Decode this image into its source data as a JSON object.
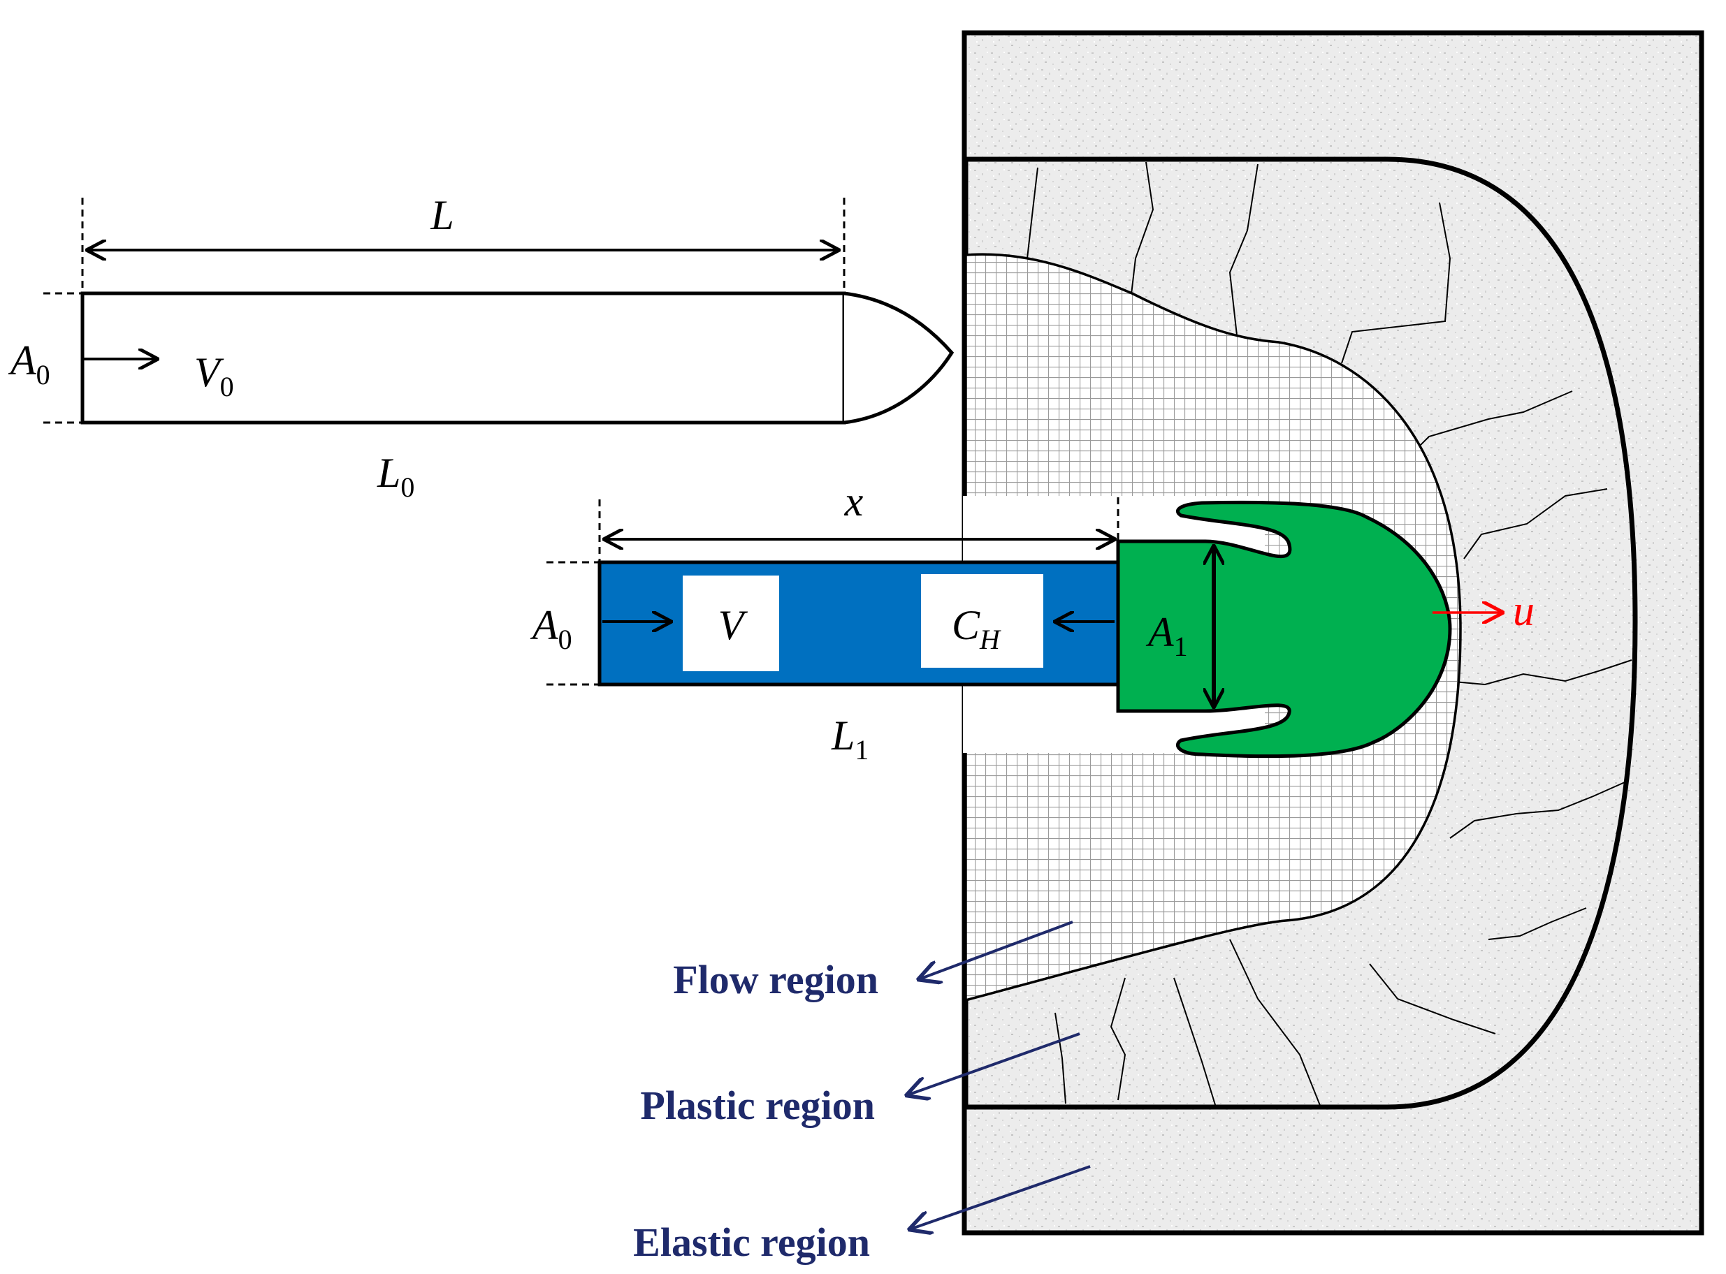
{
  "colors": {
    "rod_fill": "#0070C0",
    "head_fill": "#00B050",
    "target_fill": "#eeeeee",
    "grid_line": "#9a9a9a",
    "velocity_arrow": "#ff0000",
    "region_text": "#1F2A6B"
  },
  "labels": {
    "L": "L",
    "A": "A",
    "sub0": "0",
    "sub1": "1",
    "V": "V",
    "x": "x",
    "C": "C",
    "subH": "H",
    "u": "u"
  },
  "regions": {
    "flow": "Flow region",
    "plastic": "Plastic region",
    "elastic": "Elastic region"
  }
}
